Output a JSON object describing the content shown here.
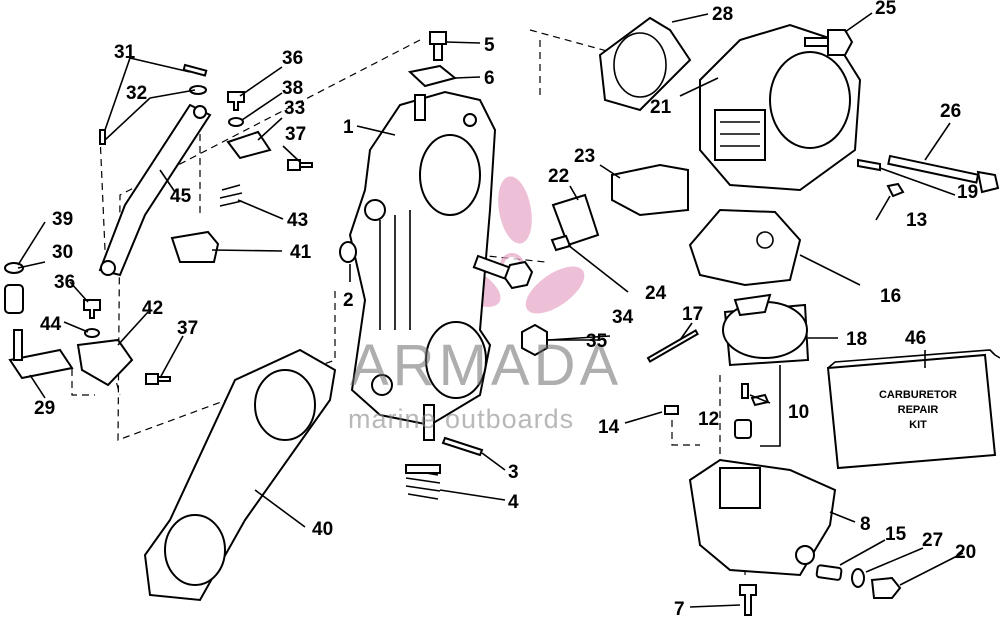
{
  "diagram": {
    "callouts": {
      "c1": "1",
      "c2": "2",
      "c3": "3",
      "c4": "4",
      "c5": "5",
      "c6": "6",
      "c7": "7",
      "c8": "8",
      "c10": "10",
      "c12": "12",
      "c13": "13",
      "c14": "14",
      "c15": "15",
      "c16": "16",
      "c17": "17",
      "c18": "18",
      "c19": "19",
      "c20": "20",
      "c21": "21",
      "c22": "22",
      "c23": "23",
      "c24": "24",
      "c25": "25",
      "c26": "26",
      "c27": "27",
      "c28": "28",
      "c29": "29",
      "c30": "30",
      "c31": "31",
      "c32": "32",
      "c33": "33",
      "c34": "34",
      "c35": "35",
      "c36a": "36",
      "c36b": "36",
      "c37a": "37",
      "c37b": "37",
      "c38": "38",
      "c39": "39",
      "c40": "40",
      "c41": "41",
      "c42": "42",
      "c43": "43",
      "c44": "44",
      "c45": "45",
      "c46": "46"
    },
    "repair_kit": {
      "line1": "CARBURETOR",
      "line2": "REPAIR",
      "line3": "KIT"
    },
    "watermark": {
      "brand": "ARMADA",
      "tagline": "marine outboards",
      "logo_color": "#e8a6c8",
      "text_color": "#6d6d6d"
    }
  }
}
